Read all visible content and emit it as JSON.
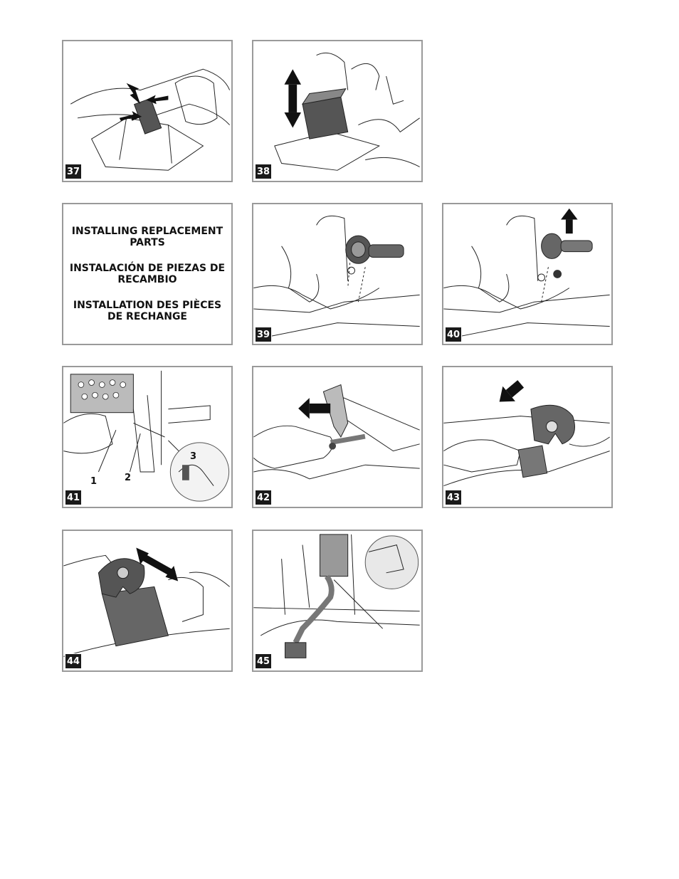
{
  "heading": {
    "lines": [
      "INSTALLING REPLACEMENT PARTS",
      "INSTALACIÓN DE PIEZAS DE RECAMBIO",
      "INSTALLATION DES PIÈCES DE RECHANGE"
    ]
  },
  "figures": [
    {
      "number": "37"
    },
    {
      "number": "38"
    },
    {
      "number": "39"
    },
    {
      "number": "40"
    },
    {
      "number": "41",
      "callouts": [
        "1",
        "2",
        "3"
      ]
    },
    {
      "number": "42"
    },
    {
      "number": "43"
    },
    {
      "number": "44"
    },
    {
      "number": "45"
    }
  ]
}
